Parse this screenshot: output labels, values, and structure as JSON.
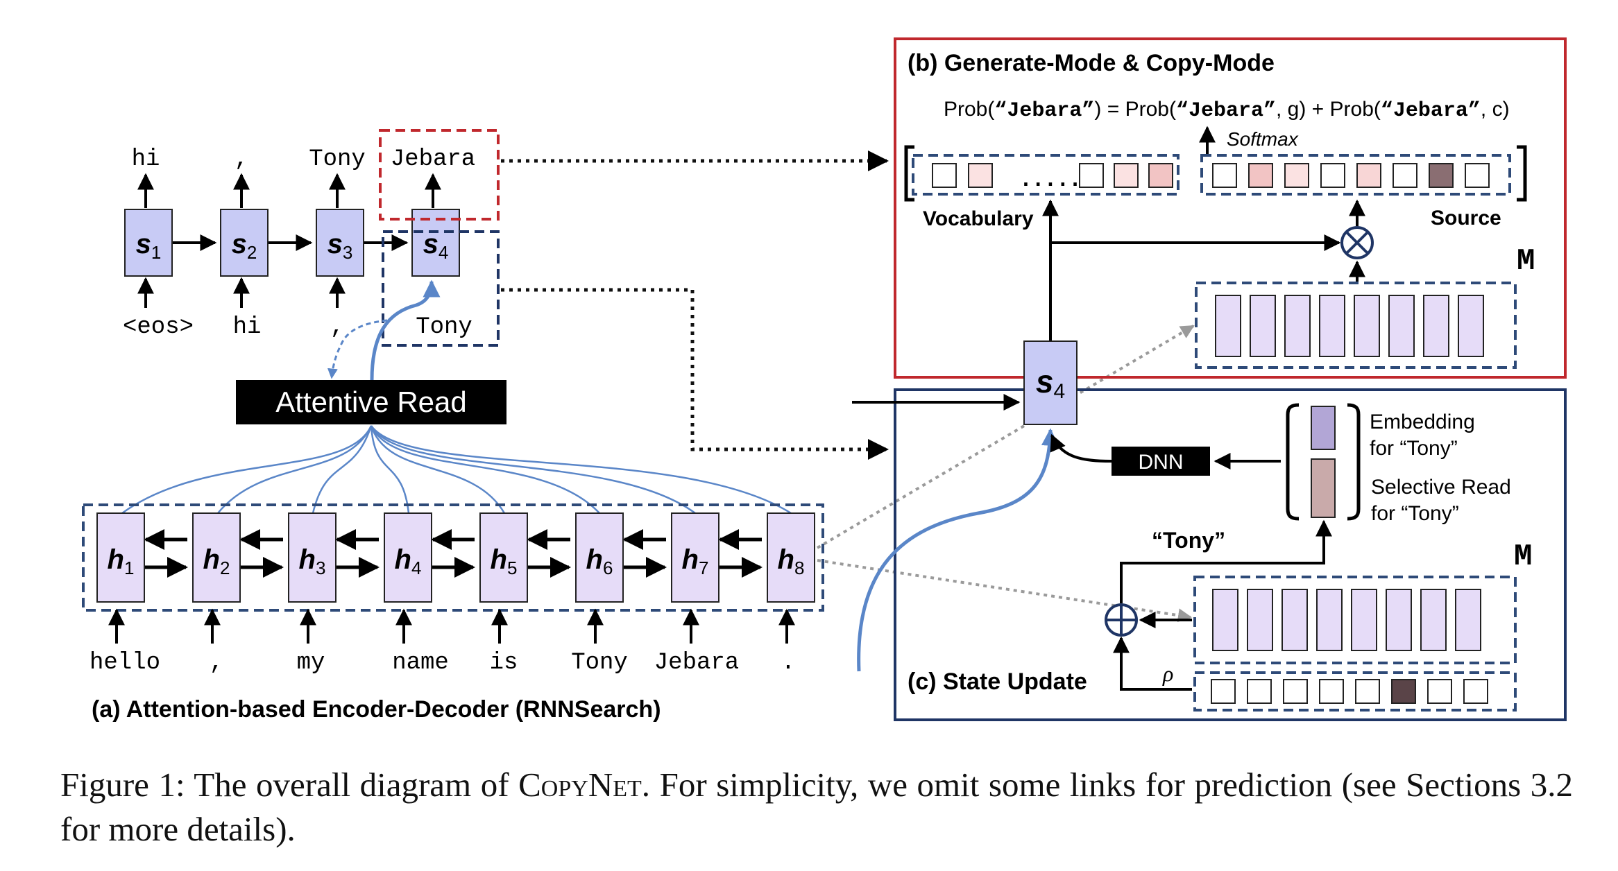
{
  "colors": {
    "state_fill": "#c8cbf5",
    "hidden_fill": "#e6dcf8",
    "dashed_blue": "#2e4a78",
    "red_box": "#c0282d",
    "navy_box": "#1f3565",
    "attention_line": "#5a86c8",
    "dark_square": "#8a6e72",
    "rho_dark": "#5a4448",
    "pink_1": "#f2c4c4",
    "pink_2": "#fbe2e2",
    "pink_3": "#f8d6d6",
    "embed_fill": "#b2a6d6",
    "selread_fill": "#c9aaaa",
    "gray_dotted": "#9a9a9a"
  },
  "decoder": {
    "states": [
      {
        "label": "s",
        "sub": "1"
      },
      {
        "label": "s",
        "sub": "2"
      },
      {
        "label": "s",
        "sub": "3"
      },
      {
        "label": "s",
        "sub": "4"
      }
    ],
    "outputs": [
      "hi",
      ",",
      "Tony",
      "Jebara"
    ],
    "inputs": [
      "<eos>",
      "hi",
      ",",
      "Tony"
    ]
  },
  "attentive_read": "Attentive Read",
  "encoder": {
    "states": [
      {
        "label": "h",
        "sub": "1"
      },
      {
        "label": "h",
        "sub": "2"
      },
      {
        "label": "h",
        "sub": "3"
      },
      {
        "label": "h",
        "sub": "4"
      },
      {
        "label": "h",
        "sub": "5"
      },
      {
        "label": "h",
        "sub": "6"
      },
      {
        "label": "h",
        "sub": "7"
      },
      {
        "label": "h",
        "sub": "8"
      }
    ],
    "inputs": [
      "hello",
      ",",
      "my",
      "name",
      "is",
      "Tony",
      "Jebara",
      "."
    ],
    "caption": "(a) Attention-based Encoder-Decoder (RNNSearch)"
  },
  "panel_b": {
    "title": "(b)  Generate-Mode & Copy-Mode",
    "formula": {
      "p1": "Prob(",
      "q1": "“Jebara”",
      "p2": ") = Prob(",
      "q2": "“Jebara”",
      "p3": ", g) + Prob(",
      "q3": "“Jebara”",
      "p4": ", c)"
    },
    "softmax": "Softmax",
    "vocab_label": "Vocabulary",
    "source_label": "Source",
    "ellipsis": ". . .  . .",
    "memory_label": "M",
    "multiply_symbol": "⊗"
  },
  "state_s4": {
    "label": "s",
    "sub": "4"
  },
  "panel_c": {
    "title": "(c) State Update",
    "dnn": "DNN",
    "embedding_line1": "Embedding",
    "embedding_line2": "for “Tony”",
    "selective_line1": "Selective Read",
    "selective_line2": "for “Tony”",
    "tony_quote": "“Tony”",
    "memory_label": "M",
    "rho": "ρ",
    "plus_symbol": "⊕"
  },
  "caption": {
    "prefix": "Figure 1:  The overall diagram of ",
    "name": "CopyNet",
    "suffix": ".  For simplicity, we omit some links for prediction (see Sections 3.2 for more details)."
  }
}
